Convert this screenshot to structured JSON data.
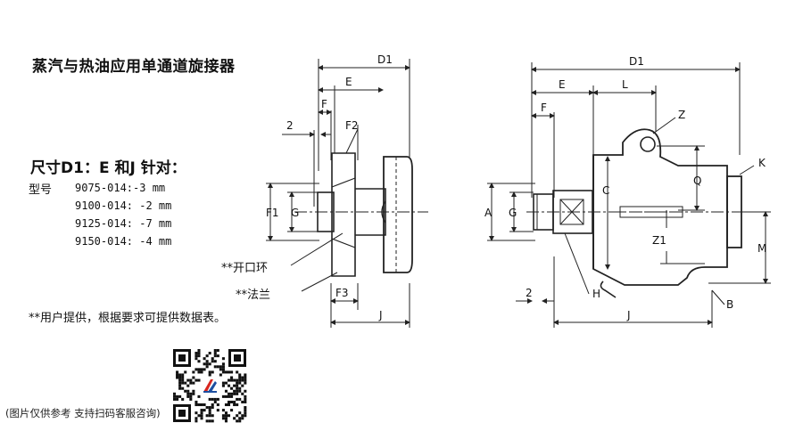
{
  "title": "蒸汽与热油应用单通道旋接器",
  "dims_title": "尺寸D1：E 和J 针对：",
  "model_label": "型号",
  "models": [
    "9075-014:-3 mm",
    "9100-014: -2 mm",
    "9125-014: -7 mm",
    "9150-014: -4 mm"
  ],
  "notes": {
    "snap_ring": "**开口环",
    "flange": "**法兰",
    "supply": "**用户提供，根据要求可提供数据表。"
  },
  "caption": "(图片仅供参考 支持扫码客服咨询)",
  "left_labels": {
    "D1": "D1",
    "E": "E",
    "F": "F",
    "two": "2",
    "F2": "F2",
    "F1": "F1",
    "G": "G",
    "F3": "F3",
    "J": "J"
  },
  "right_labels": {
    "D1": "D1",
    "E": "E",
    "L": "L",
    "F": "F",
    "Z": "Z",
    "K": "K",
    "C": "C",
    "Q": "Q",
    "A": "A",
    "G": "G",
    "Z1": "Z1",
    "M": "M",
    "two": "2",
    "H": "H",
    "B": "B",
    "J": "J"
  },
  "colors": {
    "line": "#222222",
    "dim": "#333333",
    "logo_red": "#d8261f",
    "logo_blue": "#1d4fa0"
  }
}
